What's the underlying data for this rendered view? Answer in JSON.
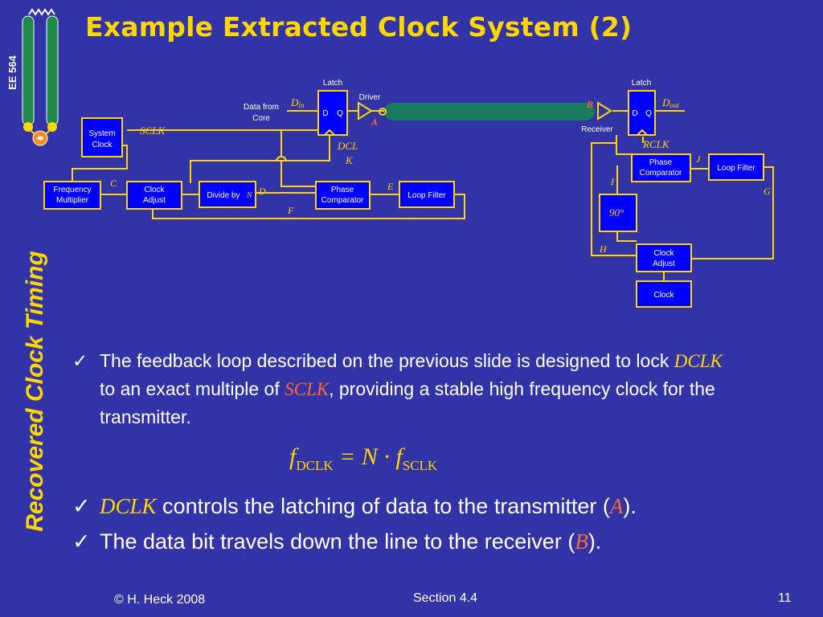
{
  "slide": {
    "title": "Example Extracted Clock System (2)",
    "course": "EE 564",
    "section_title": "Recovered Clock Timing"
  },
  "diagram": {
    "latch_left": "Latch",
    "latch_right": "Latch",
    "d_label": "D",
    "q_label": "Q",
    "driver": "Driver",
    "receiver": "Receiver",
    "data_from": "Data from",
    "core": "Core",
    "din": "D",
    "din_sub": "in",
    "dout": "D",
    "dout_sub": "out",
    "system_clock_1": "System",
    "system_clock_2": "Clock",
    "sclk": "SCLK",
    "freq_mult_1": "Frequency",
    "freq_mult_2": "Multiplier",
    "clock_adjust_1": "Clock",
    "clock_adjust_2": "Adjust",
    "divide_by": "Divide by",
    "n": "N",
    "phase_comp_1": "Phase",
    "phase_comp_2": "Comparator",
    "loop_filter": "Loop Filter",
    "dclk_1": "DCL",
    "dclk_2": "K",
    "rclk": "RCLK",
    "r_phase_1": "Phase",
    "r_phase_2": "Comparator",
    "r_loop_filter": "Loop Filter",
    "deg90": "90°",
    "r_clock_adjust_1": "Clock",
    "r_clock_adjust_2": "Adjust",
    "r_clock": "Clock",
    "lbl_A": "A",
    "lbl_B": "B",
    "lbl_C": "C",
    "lbl_D": "D",
    "lbl_E": "E",
    "lbl_F": "F",
    "lbl_G": "G",
    "lbl_H": "H",
    "lbl_I": "I",
    "lbl_J": "J"
  },
  "bullets": {
    "b1_pre": "The feedback loop described on the previous slide is designed to lock ",
    "b1_dclk": "DCLK",
    "b1_mid": " to an exact multiple of ",
    "b1_sclk": "SCLK",
    "b1_post": ", providing a stable high frequency clock for the transmitter.",
    "b2_dclk": "DCLK",
    "b2_text": " controls the latching of data to the transmitter (",
    "b2_a": "A",
    "b2_end": ").",
    "b3_text": "The data bit travels down the line to the receiver (",
    "b3_b": "B",
    "b3_end": ")."
  },
  "equation": {
    "f1": "f",
    "sub1": "DCLK",
    "op": " = N · ",
    "f2": "f",
    "sub2": "SCLK"
  },
  "footer": {
    "copyright": "© H. Heck 2008",
    "section": "Section 4.4",
    "page": "11"
  },
  "colors": {
    "background": "#3333a8",
    "accent": "#ffd700",
    "label_red": "#ff6a2a",
    "line_cable": "#1a7a60"
  }
}
